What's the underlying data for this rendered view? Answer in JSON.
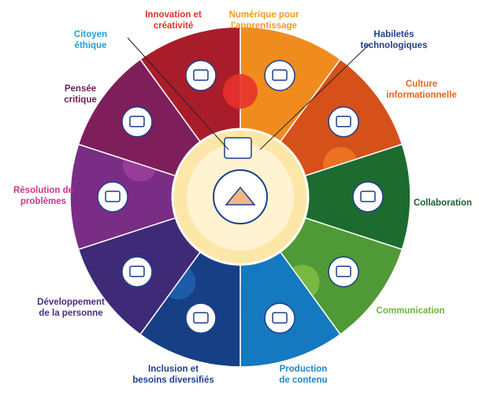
{
  "segments": [
    {
      "label": "Numérique pour\nl'apprentissage",
      "color": "#f7b52c",
      "dark": "#f08c1e",
      "text": "#f39a1f",
      "icon": "screen-icon"
    },
    {
      "label": "Culture\ninformationnelle",
      "color": "#ee7423",
      "dark": "#d6501a",
      "text": "#e8641b",
      "icon": "document-icon"
    },
    {
      "label": "Collaboration",
      "color": "#2f9a44",
      "dark": "#1d6b2f",
      "text": "#1d5e2c",
      "icon": "people-gear-icon"
    },
    {
      "label": "Communication",
      "color": "#7cbd42",
      "dark": "#4f9a36",
      "text": "#6db33f",
      "icon": "chat-icon"
    },
    {
      "label": "Production\nde contenu",
      "color": "#26a7e0",
      "dark": "#1479be",
      "text": "#1e88c9",
      "icon": "video-icon"
    },
    {
      "label": "Inclusion et\nbesoins diversifiés",
      "color": "#1f5fae",
      "dark": "#173f86",
      "text": "#1f3f8f",
      "icon": "cycle-icon"
    },
    {
      "label": "Développement\nde la personne",
      "color": "#5a3d98",
      "dark": "#3f2a78",
      "text": "#4b2d84",
      "icon": "network-icon"
    },
    {
      "label": "Résolution de\nproblèmes",
      "color": "#9a3f9b",
      "dark": "#7a2d84",
      "text": "#d0338a",
      "icon": "target-icon"
    },
    {
      "label": "Pensée\ncritique",
      "color": "#b43c8e",
      "dark": "#7e1f5c",
      "text": "#6d1f4f",
      "icon": "thinking-icon"
    },
    {
      "label": "Innovation et\ncréativité",
      "color": "#e8322b",
      "dark": "#a91d2b",
      "text": "#e4312b",
      "icon": "lightbulb-icon"
    }
  ],
  "extra_labels": [
    {
      "label": "Citoyen\néthique",
      "text": "#1ea1dd"
    },
    {
      "label": "Habiletés\ntechnologiques",
      "text": "#1f3f8f"
    }
  ],
  "center": {
    "icon": "hands-together-icon",
    "color": "#fde7a8"
  }
}
